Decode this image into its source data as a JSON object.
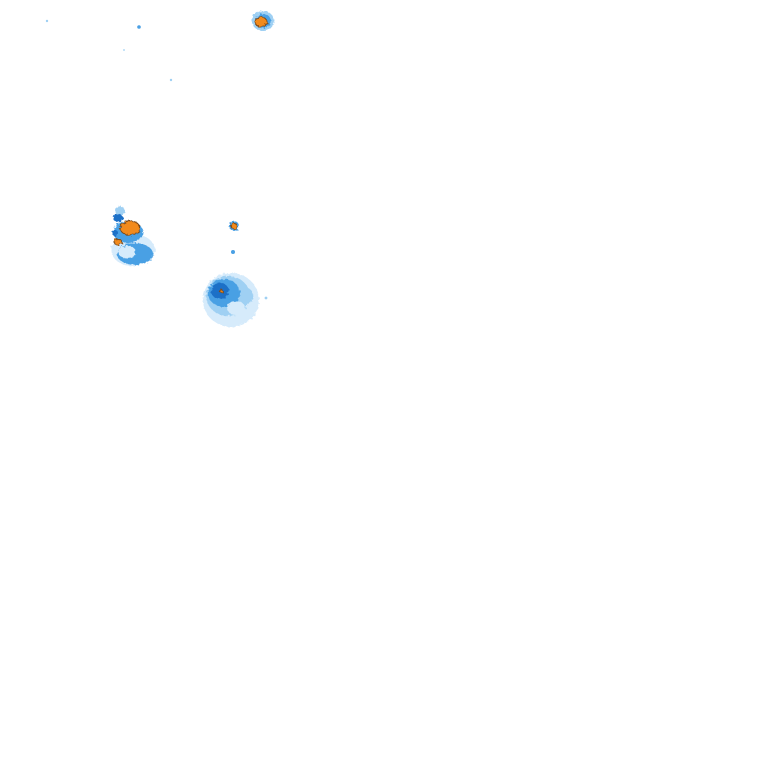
{
  "map": {
    "background_color": "#ffffff",
    "intensity_colors": {
      "very_light": "#d6ebfb",
      "light": "#9fd0f3",
      "medium": "#4aa0e4",
      "heavy": "#1f6fc7",
      "intense": "#f28a1e",
      "intense_outline": "#7a4a1a"
    },
    "cells": [
      {
        "id": "cell-north",
        "intensity": "intense"
      },
      {
        "id": "cell-west-cluster",
        "intensity": "intense"
      },
      {
        "id": "cell-small-center",
        "intensity": "intense"
      },
      {
        "id": "cell-large-center",
        "intensity": "heavy"
      },
      {
        "id": "speckles",
        "intensity": "light"
      }
    ]
  }
}
